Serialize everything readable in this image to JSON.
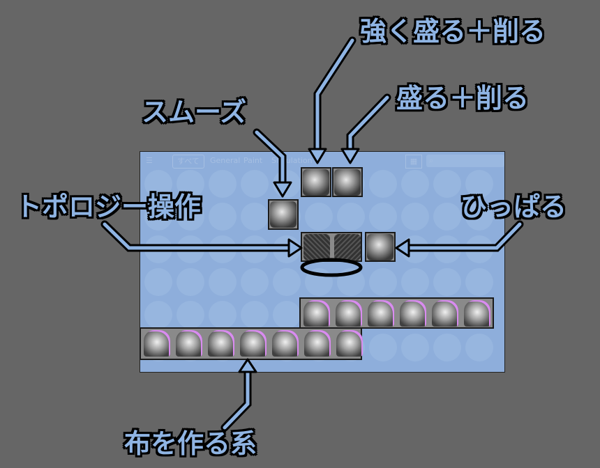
{
  "panel": {
    "tabs": [
      "すべて",
      "General",
      "Paint",
      "Simulation"
    ]
  },
  "labels": {
    "strong_add_sub": "強く盛る＋削る",
    "add_sub": "盛る＋削る",
    "smooth": "スムーズ",
    "topology": "トポロジー操作",
    "pull": "ひっぱる",
    "cloth": "布を作る系"
  },
  "colors": {
    "background": "#666666",
    "panel": "#8eaedb",
    "annotation": "#8fb4e3",
    "outline": "#000000",
    "cloth_marker": "#d98cf0"
  }
}
